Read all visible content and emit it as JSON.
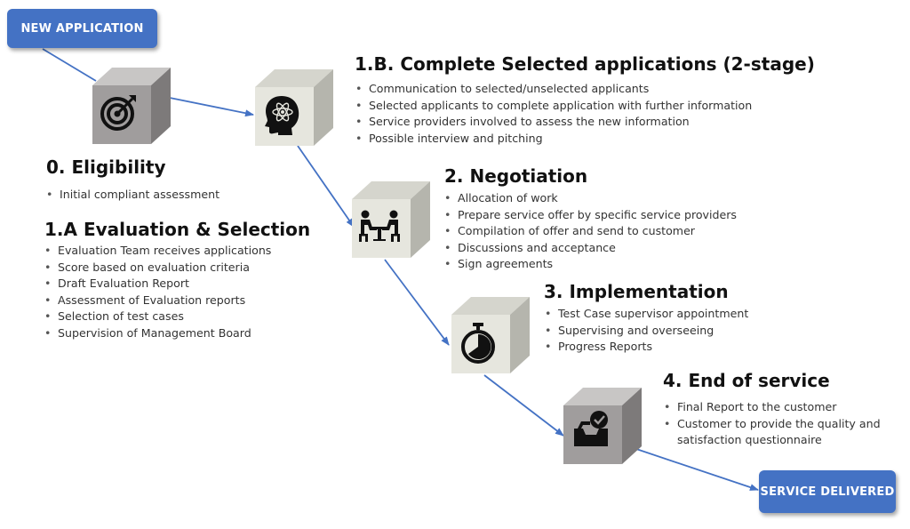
{
  "colors": {
    "accent": "#4472c4",
    "cube_dark": "#a09d9d",
    "cube_light": "#e4e4dc",
    "connector": "#4472c4"
  },
  "start_pill": "NEW APPLICATION",
  "end_pill": "SERVICE DELIVERED",
  "cubes": [
    {
      "icon": "target-icon",
      "shade": "dark"
    },
    {
      "icon": "brain-atom-icon",
      "shade": "light"
    },
    {
      "icon": "meeting-table-icon",
      "shade": "light"
    },
    {
      "icon": "stopwatch-icon",
      "shade": "light"
    },
    {
      "icon": "inbox-check-icon",
      "shade": "dark"
    }
  ],
  "stages": {
    "eligibility": {
      "title": "0. Eligibility",
      "items": [
        "Initial compliant assessment"
      ]
    },
    "evaluation": {
      "title": "1.A Evaluation & Selection",
      "items": [
        "Evaluation Team receives applications",
        "Score based on evaluation criteria",
        "Draft Evaluation Report",
        "Assessment of Evaluation reports",
        "Selection of test cases",
        "Supervision of Management Board"
      ]
    },
    "complete_selected": {
      "title": "1.B. Complete Selected applications (2-stage)",
      "items": [
        "Communication to selected/unselected applicants",
        "Selected applicants to complete application with further information",
        "Service providers involved to assess the new information",
        "Possible interview and pitching"
      ]
    },
    "negotiation": {
      "title": "2. Negotiation",
      "items": [
        "Allocation of work",
        "Prepare service offer by specific service providers",
        "Compilation of offer and send to customer",
        "Discussions and acceptance",
        "Sign agreements"
      ]
    },
    "implementation": {
      "title": "3. Implementation",
      "items": [
        "Test Case supervisor appointment",
        "Supervising and overseeing",
        "Progress Reports"
      ]
    },
    "end_of_service": {
      "title": "4. End of service",
      "items": [
        "Final Report to the customer",
        "Customer to provide the quality and",
        "satisfaction questionnaire"
      ]
    }
  }
}
